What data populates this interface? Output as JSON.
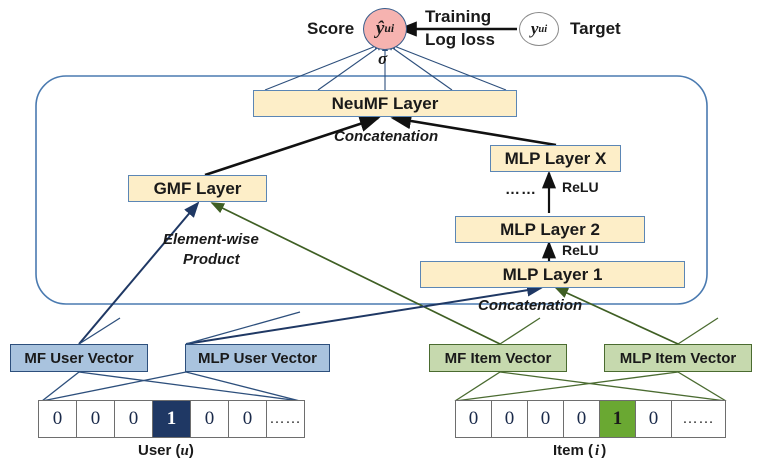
{
  "diagram": {
    "title": "Neural Matrix Factorization (NeuMF) architecture",
    "colors": {
      "layer_fill": "#fdeec8",
      "layer_border": "#5b86b5",
      "user_fill": "#a9c3de",
      "user_border": "#2d4f7c",
      "item_fill": "#c6d9ae",
      "item_border": "#4a6b30",
      "score_fill": "#f6b3b0",
      "hot_user": "#1f3864",
      "hot_item": "#6aa832",
      "container_border": "#4a7ab0"
    }
  },
  "top": {
    "score_label": "Score",
    "score_node": "ŷ",
    "score_node_sub": "ui",
    "sigma": "σ",
    "training_line1": "Training",
    "training_line2": "Log loss",
    "target_node": "y",
    "target_node_sub": "ui",
    "target_label": "Target"
  },
  "layers": {
    "neumf": "NeuMF Layer",
    "gmf": "GMF Layer",
    "mlp_x": "MLP Layer X",
    "mlp_2": "MLP Layer 2",
    "mlp_1": "MLP Layer 1"
  },
  "edge_labels": {
    "concat_top": "Concatenation",
    "concat_bottom": "Concatenation",
    "elementwise_line1": "Element-wise",
    "elementwise_line2": "Product",
    "relu_mid": "ReLU",
    "relu_low": "ReLU",
    "ellipsis": "……"
  },
  "vectors": {
    "mf_user": "MF User Vector",
    "mlp_user": "MLP User Vector",
    "mf_item": "MF Item Vector",
    "mlp_item": "MLP Item Vector"
  },
  "inputs": {
    "user": {
      "caption_prefix": "User (",
      "caption_var": "u",
      "caption_suffix": ")",
      "cells": [
        "0",
        "0",
        "0",
        "1",
        "0",
        "0",
        "……"
      ],
      "hot_index": 3
    },
    "item": {
      "caption_prefix": "Item (",
      "caption_var": "i",
      "caption_suffix": ")",
      "cells": [
        "0",
        "0",
        "0",
        "0",
        "1",
        "0",
        "……"
      ],
      "hot_index": 4
    }
  }
}
